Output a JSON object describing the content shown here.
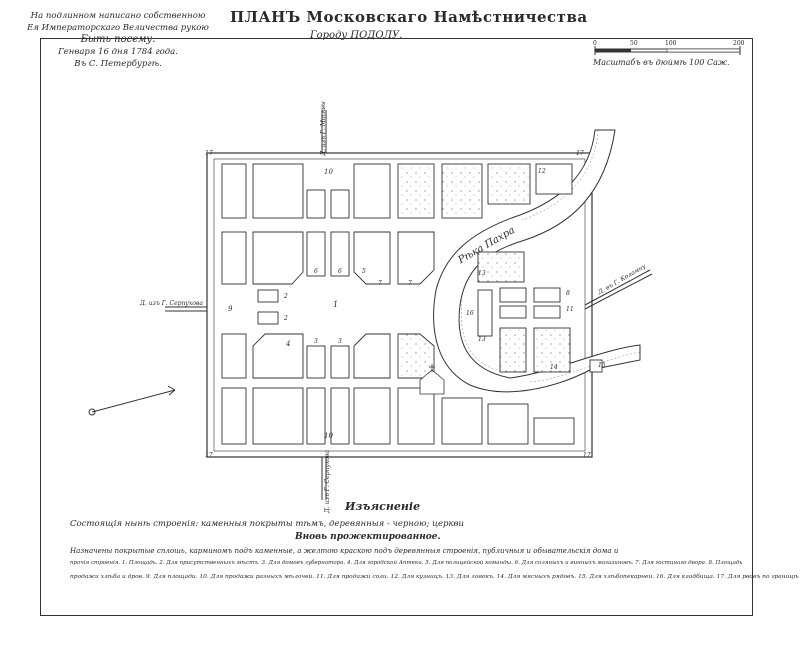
{
  "approval": {
    "line1": "На подлинном написано собственною",
    "line2": "Ея Императорскаго Величества рукою",
    "line3": "Быть посему.",
    "line4": "Генваря 16 дня 1784 года.",
    "line5": "Въ С. Петербургѣ."
  },
  "title": {
    "main": "ПЛАНЪ Московскаго Намѣстничества",
    "sub": "Городу ПОДОЛУ."
  },
  "scale": {
    "ticks": [
      "0",
      "50",
      "100",
      "200"
    ],
    "label": "Масштабъ въ дюймѣ 100 Саж."
  },
  "map": {
    "river_label": "Рѣка Пахра",
    "roads": {
      "top": "Д. изъ Г. Москвы",
      "left": "Д. изъ Г. Серпухова",
      "right": "Д. въ Г. Коломну",
      "bottom": "Д. изъ Г. Серпухова"
    },
    "corner_numbers": [
      "17",
      "17",
      "17",
      "17"
    ],
    "block_numbers": [
      "10",
      "9",
      "1",
      "2",
      "2",
      "3",
      "3",
      "4",
      "5",
      "6",
      "6",
      "7",
      "7",
      "8",
      "11",
      "12",
      "13",
      "13",
      "14",
      "15",
      "16",
      "10"
    ]
  },
  "legend": {
    "title": "Изъясненіе",
    "line1": "Состоящія нынѣ строенія: каменныя покрыты тѣмъ, деревянныя - черною; церкви",
    "line2": "Вновь прожектированное.",
    "line3": "Назначены покрытые сплошь, карминомъ подъ каменные, а желтою краскою подъ деревянныя строенія, публичныя и обывательскія дома и",
    "line4": "прочія строенія. 1. Площадь. 2. Для присутственныхъ мѣстъ. 3. Для домовъ губернатора. 4. Для городской Аптеки. 5. Для полицейской команды. 6. Для соляныхъ и винныхъ магазиновъ. 7. Для гостинаго двора. 8. Площадь",
    "line5": "продажи хлѣба и дров. 9. Для площади. 10. Для продажи разныхъ мѣлочей. 11. Для продажи соли. 12. Для кузницъ. 13. Для лавокъ. 14. Для мясныхъ рядовъ. 15. Для хлѣбопекарней. 16. Для кладбища. 17. Для рвовъ по границѣ"
  }
}
